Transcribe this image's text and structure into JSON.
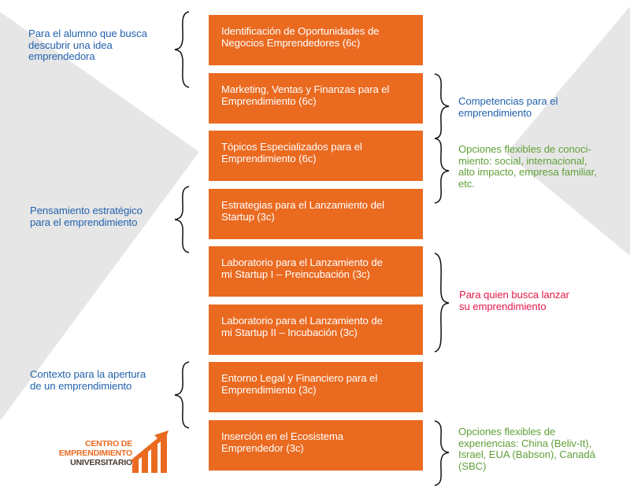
{
  "colors": {
    "box": "#ea6a20",
    "box_text": "#ffffff",
    "label_blue": "#2463ad",
    "label_green": "#62a13a",
    "label_red": "#e5194a",
    "background_shape": "#e6e6e6",
    "logo_orange": "#ea6a20",
    "logo_dark": "#4a3a2e"
  },
  "courses": [
    {
      "line1": "Identificación de Oportunidades de",
      "line2": "Negocios Emprendedores (6c)"
    },
    {
      "line1": "Marketing, Ventas y Finanzas para el",
      "line2": "Emprendimiento (6c)"
    },
    {
      "line1": "Tópicos Especializados para el",
      "line2": "Emprendimiento (6c)"
    },
    {
      "line1": "Estrategias para el Lanzamiento del",
      "line2": "Startup (3c)"
    },
    {
      "line1": "Laboratorio para el Lanzamiento de",
      "line2": "mi Startup I – Preincubación (3c)"
    },
    {
      "line1": "Laboratorio para el Lanzamiento de",
      "line2": "mi Startup II – Incubación (3c)"
    },
    {
      "line1": "Entorno Legal y Financiero para el",
      "line2": "Emprendimiento (3c)"
    },
    {
      "line1": "Inserción en el Ecosistema",
      "line2": "Emprendedor (3c)"
    }
  ],
  "left_labels": [
    {
      "lines": [
        "Para el alumno que busca",
        "descubrir una idea",
        "emprendedora"
      ]
    },
    {
      "lines": [
        "Pensamiento estratégico",
        "para el emprendimiento"
      ]
    },
    {
      "lines": [
        "Contexto para la apertura",
        "de un emprendimiento"
      ]
    }
  ],
  "right_labels": [
    {
      "lines": [
        "Competencias para el",
        "emprendimiento"
      ]
    },
    {
      "lines": [
        "Opciones flexibles de conoci-",
        "miento: social, internacional,",
        "alto impacto, empresa familiar,",
        "etc."
      ]
    },
    {
      "lines": [
        "Para quien busca lanzar",
        "su emprendimiento"
      ]
    },
    {
      "lines": [
        "Opciones flexibles de",
        "experiencias: China (Beliv-It),",
        "Israel, EUA (Babson), Canadá",
        "(SBC)"
      ]
    }
  ],
  "logo": {
    "line1": "CENTRO DE",
    "line2": "EMPRENDIMIENTO",
    "line3": "UNIVERSITARIO",
    "icon": "growth-chart-arrow-icon"
  }
}
